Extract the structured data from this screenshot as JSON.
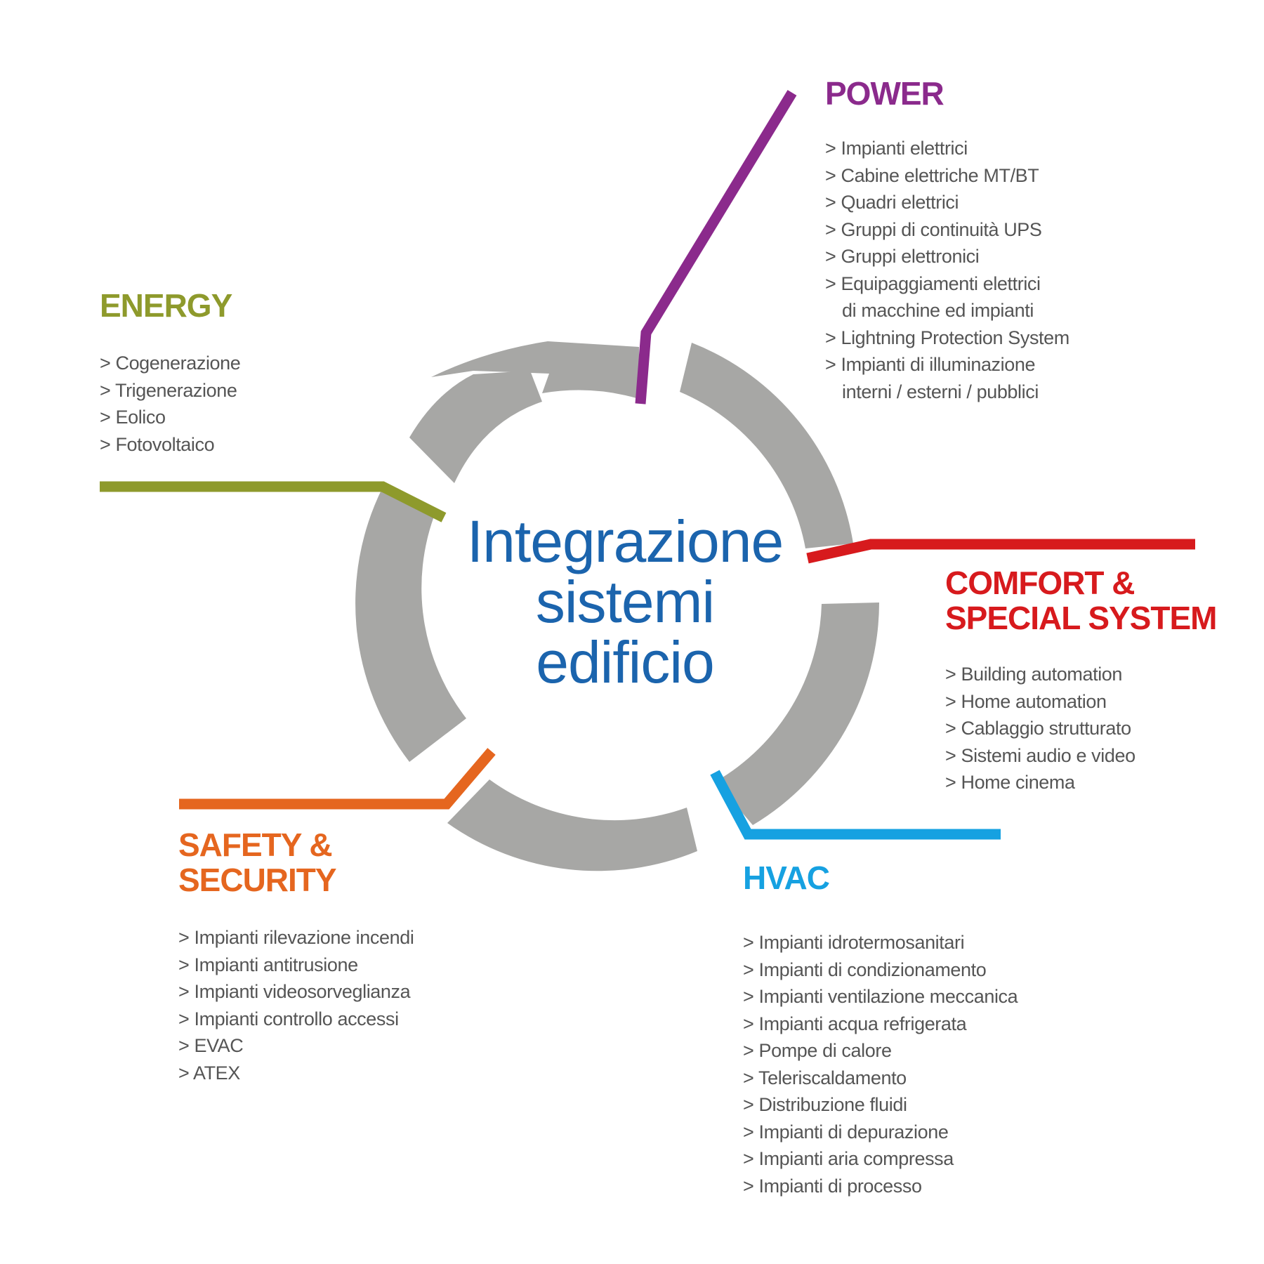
{
  "colors": {
    "ring": "#a7a7a5",
    "center_text": "#1b64ad",
    "power": "#8b2a8c",
    "energy": "#8e9a2c",
    "comfort": "#d71a1d",
    "hvac": "#16a1e1",
    "safety": "#e5661f",
    "item_text": "#555555"
  },
  "center": {
    "line1": "Integrazione",
    "line2": "sistemi",
    "line3": "edificio"
  },
  "power": {
    "title": "POWER",
    "items": [
      "> Impianti elettrici",
      "> Cabine elettriche MT/BT",
      "> Quadri elettrici",
      "> Gruppi di continuità UPS",
      "> Gruppi elettronici",
      "> Equipaggiamenti elettrici",
      "di macchine ed impianti",
      "> Lightning Protection System",
      "> Impianti di illuminazione",
      "interni / esterni / pubblici"
    ]
  },
  "energy": {
    "title": "ENERGY",
    "items": [
      "> Cogenerazione",
      "> Trigenerazione",
      "> Eolico",
      "> Fotovoltaico"
    ]
  },
  "comfort": {
    "title_line1": "COMFORT &",
    "title_line2": "SPECIAL SYSTEM",
    "items": [
      "> Building automation",
      "> Home automation",
      "> Cablaggio strutturato",
      "> Sistemi audio e video",
      "> Home cinema"
    ]
  },
  "safety": {
    "title_line1": "SAFETY &",
    "title_line2": "SECURITY",
    "items": [
      "> Impianti rilevazione incendi",
      "> Impianti antitrusione",
      "> Impianti videosorveglianza",
      "> Impianti controllo accessi",
      "> EVAC",
      "> ATEX"
    ]
  },
  "hvac": {
    "title": "HVAC",
    "items": [
      "> Impianti idrotermosanitari",
      "> Impianti di condizionamento",
      "> Impianti ventilazione meccanica",
      "> Impianti acqua refrigerata",
      "> Pompe di calore",
      "> Teleriscaldamento",
      "> Distribuzione fluidi",
      "> Impianti di depurazione",
      "> Impianti aria compressa",
      "> Impianti di processo"
    ]
  }
}
